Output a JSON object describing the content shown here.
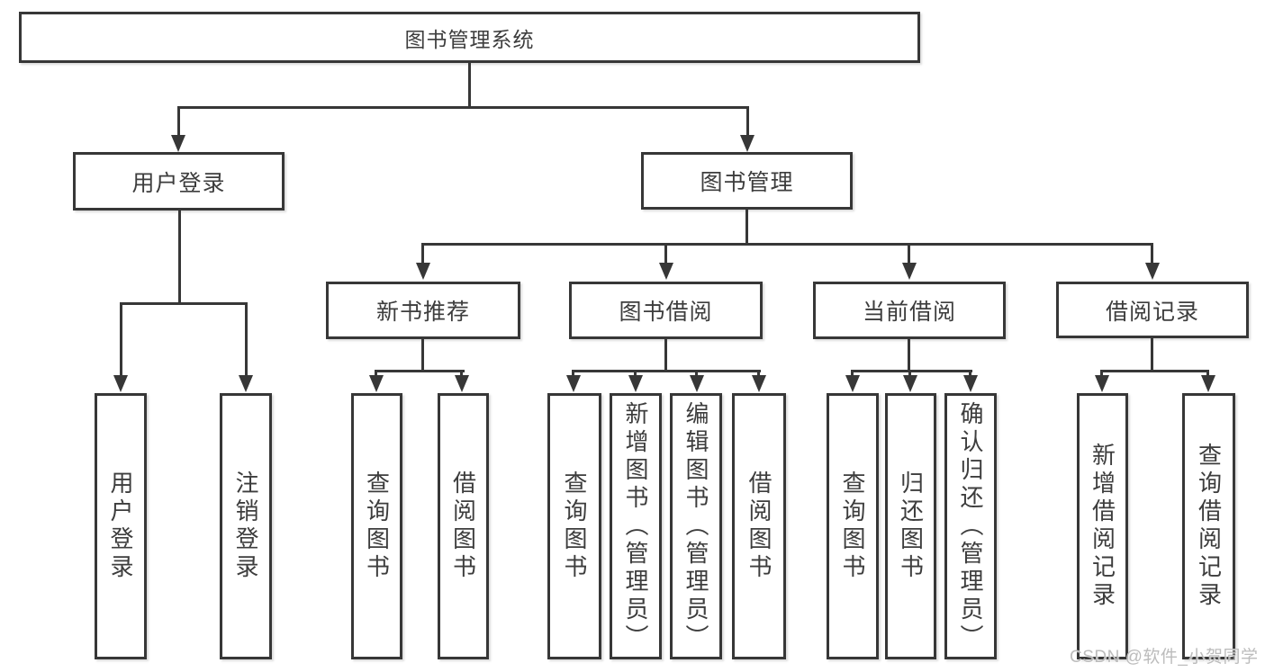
{
  "tree": {
    "label": "图书管理系统",
    "children": [
      {
        "label": "用户登录",
        "children": [
          {
            "label": "用户登录"
          },
          {
            "label": "注销登录"
          }
        ]
      },
      {
        "label": "图书管理",
        "children": [
          {
            "label": "新书推荐",
            "children": [
              {
                "label": "查询图书"
              },
              {
                "label": "借阅图书"
              }
            ]
          },
          {
            "label": "图书借阅",
            "children": [
              {
                "label": "查询图书"
              },
              {
                "label": "新增图书（管理员）"
              },
              {
                "label": "编辑图书（管理员）"
              },
              {
                "label": "借阅图书"
              }
            ]
          },
          {
            "label": "当前借阅",
            "children": [
              {
                "label": "查询图书"
              },
              {
                "label": "归还图书"
              },
              {
                "label": "确认归还（管理员）"
              }
            ]
          },
          {
            "label": "借阅记录",
            "children": [
              {
                "label": "新增借阅记录"
              },
              {
                "label": "查询借阅记录"
              }
            ]
          }
        ]
      }
    ]
  },
  "watermark": {
    "text": "CSDN @软件_小贺同学"
  },
  "colors": {
    "line": "#373737",
    "text": "#3d3d3d",
    "wm": "#bcbcbc"
  }
}
